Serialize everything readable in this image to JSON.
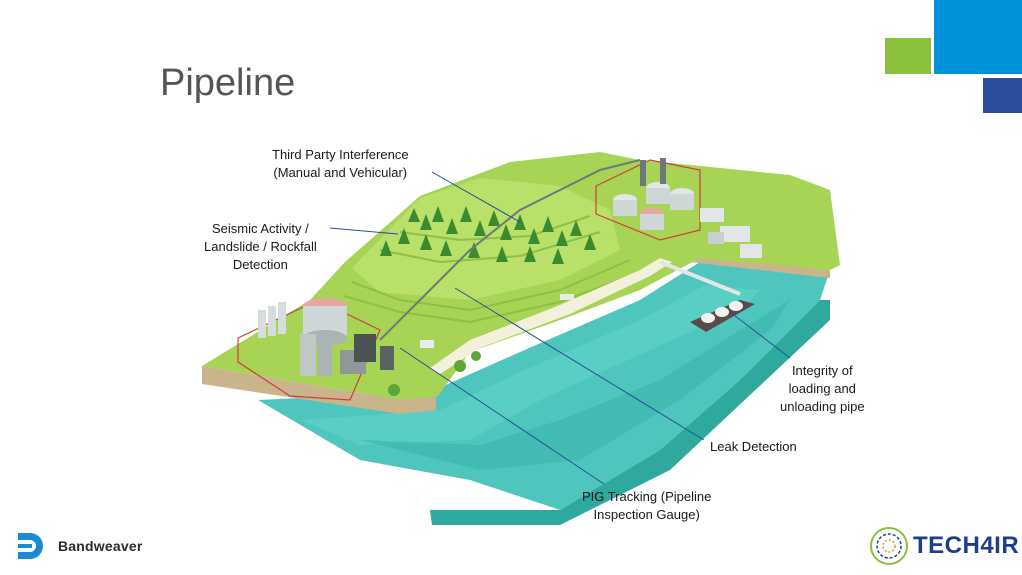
{
  "title": "Pipeline",
  "colors": {
    "square_blue": "#0093d9",
    "square_green": "#8bc03c",
    "square_navy": "#2a4d9c",
    "water": "#4fc6bd",
    "grass": "#a7d454",
    "leader_line": "#2a4d9c"
  },
  "labels": {
    "third_party": [
      "Third Party Interference",
      "(Manual and Vehicular)"
    ],
    "seismic": [
      "Seismic Activity /",
      "Landslide / Rockfall",
      "Detection"
    ],
    "integrity": [
      "Integrity of",
      "loading and",
      "unloading pipe"
    ],
    "leak": [
      "Leak Detection"
    ],
    "pig": [
      "PIG Tracking (Pipeline",
      "Inspection Gauge)"
    ]
  },
  "logos": {
    "left": "Bandweaver",
    "right": "TECH4IR"
  }
}
